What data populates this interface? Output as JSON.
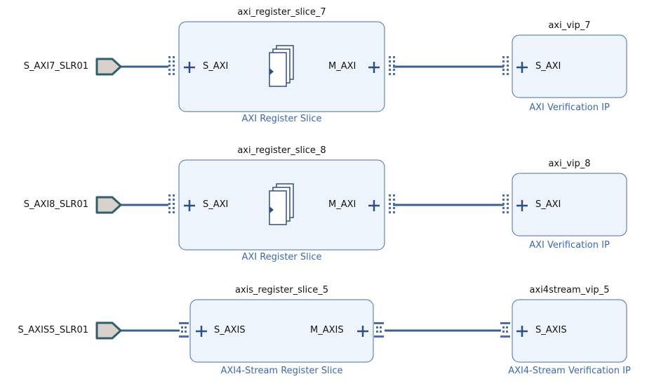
{
  "colors": {
    "block_fill": "#eef4fc",
    "block_stroke": "#4a6fa5",
    "wire": "#3f5f8f",
    "ip_name_text": "#3d68a8",
    "port_fill": "#d9d2cc",
    "port_stroke": "#2f5f68"
  },
  "external_ports": [
    {
      "name": "S_AXI7_SLR01"
    },
    {
      "name": "S_AXI8_SLR01"
    },
    {
      "name": "S_AXIS5_SLR01"
    }
  ],
  "blocks": [
    {
      "instance": "axi_register_slice_7",
      "ip": "AXI Register Slice",
      "in_port": "S_AXI",
      "out_port": "M_AXI",
      "icon": "register-slice-icon"
    },
    {
      "instance": "axi_vip_7",
      "ip": "AXI Verification IP",
      "in_port": "S_AXI"
    },
    {
      "instance": "axi_register_slice_8",
      "ip": "AXI Register Slice",
      "in_port": "S_AXI",
      "out_port": "M_AXI",
      "icon": "register-slice-icon"
    },
    {
      "instance": "axi_vip_8",
      "ip": "AXI Verification IP",
      "in_port": "S_AXI"
    },
    {
      "instance": "axis_register_slice_5",
      "ip": "AXI4-Stream Register Slice",
      "in_port": "S_AXIS",
      "out_port": "M_AXIS"
    },
    {
      "instance": "axi4stream_vip_5",
      "ip": "AXI4-Stream Verification IP",
      "in_port": "S_AXIS"
    }
  ]
}
